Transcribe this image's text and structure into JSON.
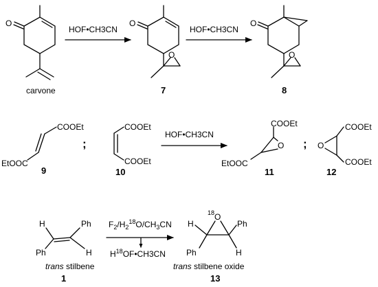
{
  "reagents": {
    "hof": "HOF•CH3CN",
    "f2_pre": "F",
    "f2_sub1": "2",
    "f2_mid": "/H",
    "f2_sub2": "2",
    "f2_sup": "18",
    "f2_post": "O/CH",
    "f2_sub3": "3",
    "f2_end": "CN",
    "h18_pre": "H",
    "h18_sup": "18",
    "h18_post": "OF•CH3CN"
  },
  "atoms": {
    "O": "O",
    "H": "H",
    "Ph": "Ph",
    "COOEt": "COOEt",
    "EtOOC": "EtOOC",
    "isotope": "18"
  },
  "separator": ";",
  "labels": {
    "carvone": "carvone",
    "c7": "7",
    "c8": "8",
    "c9": "9",
    "c10": "10",
    "c11": "11",
    "c12": "12",
    "c1": "1",
    "c13": "13",
    "trans": "trans",
    "stilbene": " stilbene",
    "stilbene_oxide": " stilbene oxide"
  }
}
